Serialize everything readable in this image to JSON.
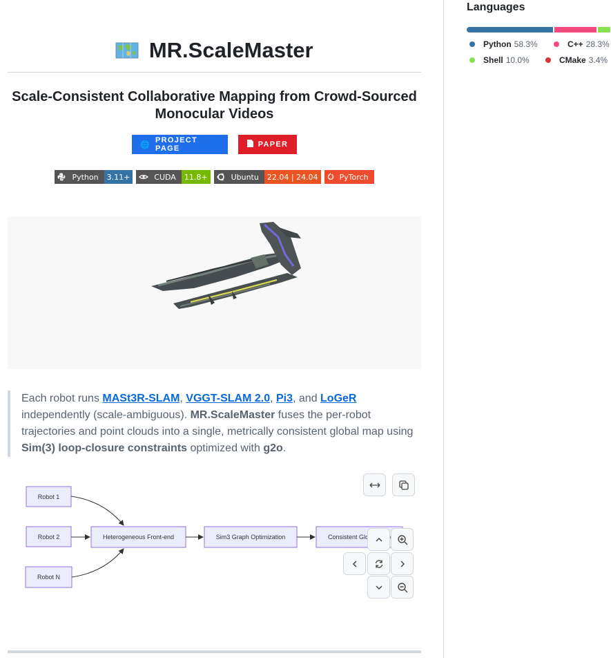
{
  "readme": {
    "title": "MR.ScaleMaster",
    "title_icon": "world-map-icon",
    "subtitle_line1": "Scale-Consistent Collaborative Mapping from Crowd-Sourced",
    "subtitle_line2": "Monocular Videos",
    "buttons": {
      "project_page": {
        "label": "PROJECT PAGE",
        "icon": "globe-icon",
        "color": "#1f6feb"
      },
      "paper": {
        "label": "PAPER",
        "icon": "document-icon",
        "color": "#e01e2a"
      }
    },
    "badges": [
      {
        "label": "Python",
        "value": "3.11+",
        "icon": "python-icon",
        "color": "#3572a5"
      },
      {
        "label": "CUDA",
        "value": "11.8+",
        "icon": "nvidia-icon",
        "color": "#76b900"
      },
      {
        "label": "Ubuntu",
        "value": "22.04 | 24.04",
        "icon": "ubuntu-icon",
        "color": "#e95420"
      },
      {
        "label": "PyTorch",
        "icon": "pytorch-icon",
        "color": "#ee4c2c"
      }
    ],
    "quote": {
      "t1": "Each robot runs ",
      "link1": "MASt3R-SLAM",
      "t2": ", ",
      "link2": "VGGT-SLAM 2.0",
      "t3": ", ",
      "link3": "Pi3",
      "t4": ", and ",
      "link4": "LoGeR",
      "t5": " independently (scale-ambiguous). ",
      "b1": "MR.ScaleMaster",
      "t6": " fuses the per-robot trajectories and point clouds into a single, metrically consistent global map using ",
      "b2": "Sim(3) loop-closure constraints",
      "t7": " optimized with ",
      "b3": "g2o",
      "t8": "."
    },
    "diagram": {
      "nodes": {
        "robot1": "Robot 1",
        "robot2": "Robot 2",
        "robotN": "Robot N",
        "frontend": "Heterogeneous Front-end",
        "sim3": "Sim3 Graph Optimization",
        "consistent": "Consistent Global Map"
      },
      "controls": [
        "expand-icon",
        "copy-icon",
        "chevron-up-icon",
        "zoom-in-icon",
        "chevron-left-icon",
        "reset-icon",
        "chevron-right-icon",
        "chevron-down-icon",
        "zoom-out-icon"
      ]
    }
  },
  "sidebar": {
    "languages_title": "Languages",
    "languages": [
      {
        "name": "Python",
        "pct": "58.3%",
        "value": 58.3,
        "color": "#3572a5"
      },
      {
        "name": "C++",
        "pct": "28.3%",
        "value": 28.3,
        "color": "#f34b7d"
      },
      {
        "name": "Shell",
        "pct": "10.0%",
        "value": 10.0,
        "color": "#89e051"
      },
      {
        "name": "CMake",
        "pct": "3.4%",
        "value": 3.4,
        "color": "#da3434"
      }
    ]
  }
}
